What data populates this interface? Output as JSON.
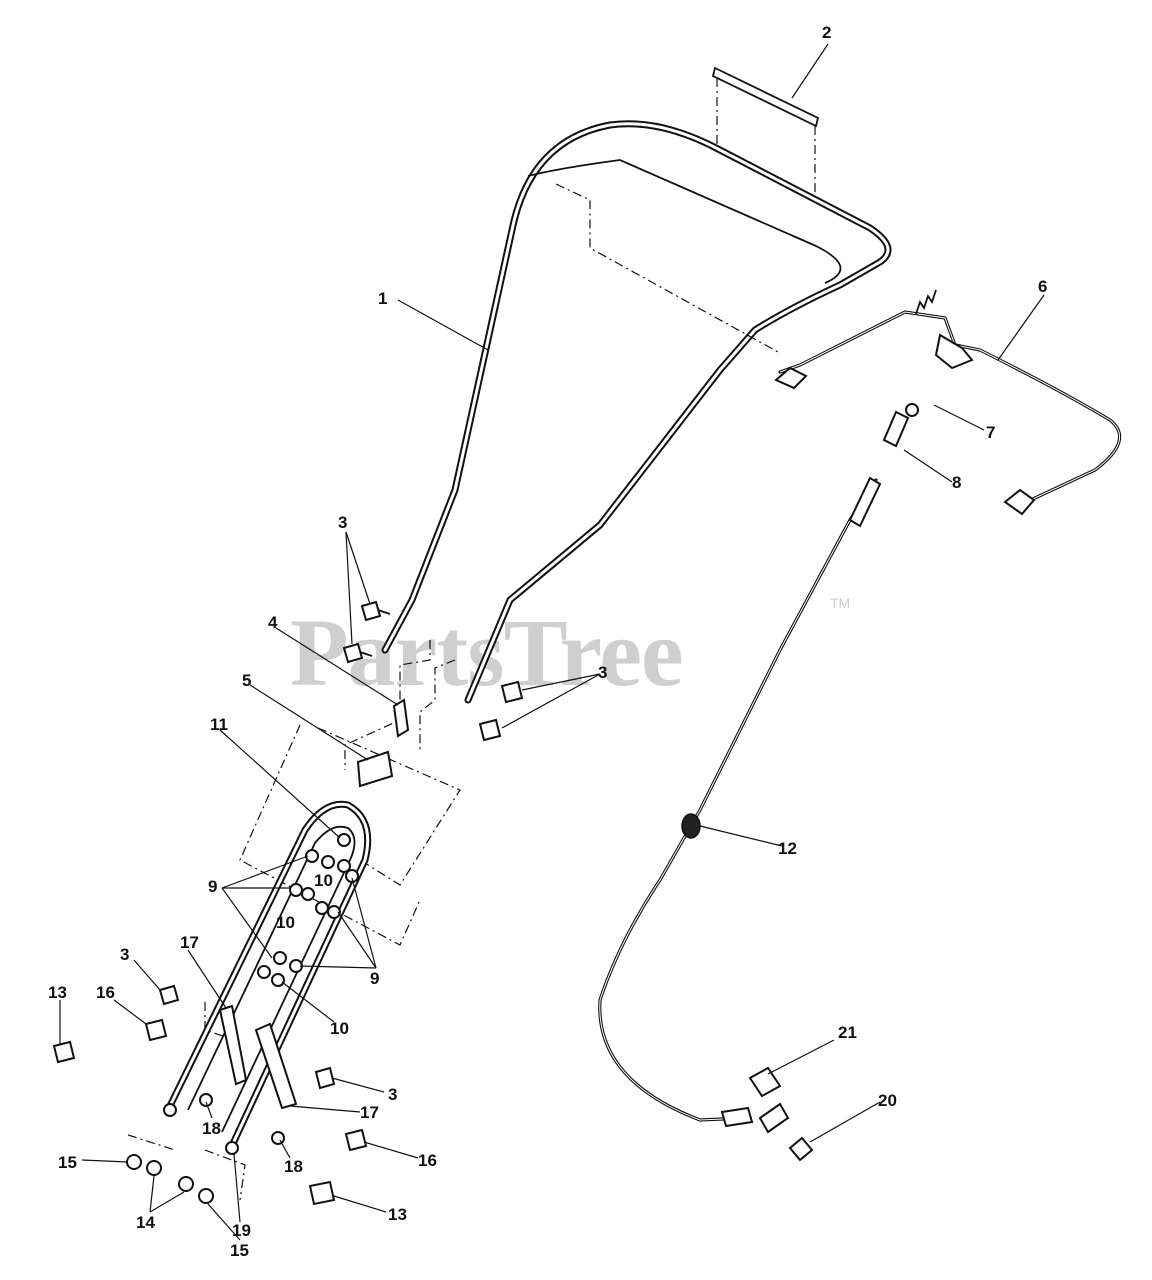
{
  "watermark": {
    "text": "PartsTree",
    "trademark": "TM"
  },
  "callouts": [
    {
      "id": "c2",
      "text": "2"
    },
    {
      "id": "c1",
      "text": "1"
    },
    {
      "id": "c6",
      "text": "6"
    },
    {
      "id": "c7",
      "text": "7"
    },
    {
      "id": "c8",
      "text": "8"
    },
    {
      "id": "c3a",
      "text": "3"
    },
    {
      "id": "c4",
      "text": "4"
    },
    {
      "id": "c3b",
      "text": "3"
    },
    {
      "id": "c5",
      "text": "5"
    },
    {
      "id": "c11",
      "text": "11"
    },
    {
      "id": "c12",
      "text": "12"
    },
    {
      "id": "c9a",
      "text": "9"
    },
    {
      "id": "c10a",
      "text": "10"
    },
    {
      "id": "c10b",
      "text": "10"
    },
    {
      "id": "c9b",
      "text": "9"
    },
    {
      "id": "c10c",
      "text": "10"
    },
    {
      "id": "c3c",
      "text": "3"
    },
    {
      "id": "c17a",
      "text": "17"
    },
    {
      "id": "c13a",
      "text": "13"
    },
    {
      "id": "c16a",
      "text": "16"
    },
    {
      "id": "c3d",
      "text": "3"
    },
    {
      "id": "c17b",
      "text": "17"
    },
    {
      "id": "c21",
      "text": "21"
    },
    {
      "id": "c20",
      "text": "20"
    },
    {
      "id": "c18a",
      "text": "18"
    },
    {
      "id": "c16b",
      "text": "16"
    },
    {
      "id": "c18b",
      "text": "18"
    },
    {
      "id": "c15a",
      "text": "15"
    },
    {
      "id": "c14",
      "text": "14"
    },
    {
      "id": "c13b",
      "text": "13"
    },
    {
      "id": "c19",
      "text": "19"
    },
    {
      "id": "c15b",
      "text": "15"
    }
  ]
}
